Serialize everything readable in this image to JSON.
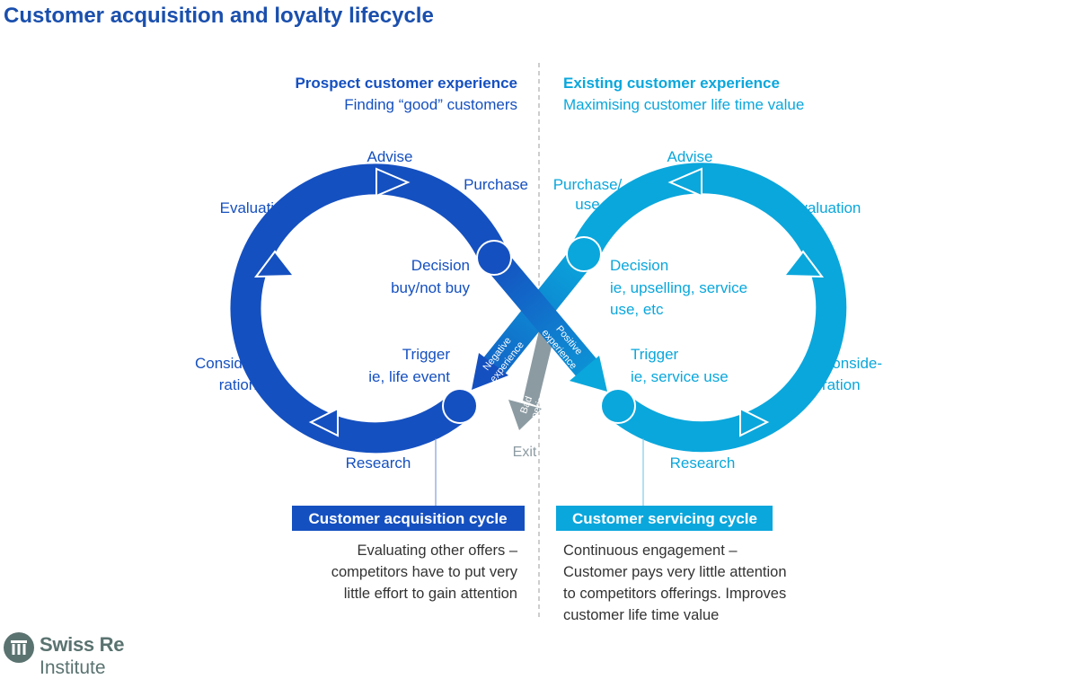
{
  "title": "Customer acquisition and loyalty lifecycle",
  "prospect": {
    "heading": "Prospect customer experience",
    "subheading": "Finding “good” customers",
    "labels": {
      "advise": "Advise",
      "purchase": "Purchase",
      "evaluation": "Evaluation",
      "decision_1": "Decision",
      "decision_2": "buy/not buy",
      "trigger_1": "Trigger",
      "trigger_2": "ie, life event",
      "consideration_1": "Conside-",
      "consideration_2": "ration",
      "research": "Research"
    },
    "cycle_label": "Customer acquisition cycle",
    "description": [
      "Evaluating other offers –",
      "competitors have to put very",
      "little effort to gain attention"
    ]
  },
  "existing": {
    "heading": "Existing customer experience",
    "subheading": "Maximising customer life time value",
    "labels": {
      "advise": "Advise",
      "purchase_1": "Purchase/",
      "purchase_2": "use",
      "evaluation": "Evaluation",
      "decision_1": "Decision",
      "decision_2": "ie, upselling, service",
      "decision_3": "use, etc",
      "trigger_1": "Trigger",
      "trigger_2": "ie, service use",
      "consideration_1": "Conside-",
      "consideration_2": "ration",
      "research": "Research"
    },
    "cycle_label": "Customer servicing cycle",
    "description": [
      "Continuous engagement –",
      "Customer pays very little attention",
      "to competitors offerings. Improves",
      "customer life time value"
    ]
  },
  "connectors": {
    "negative_1": "Negative",
    "negative_2": "experience",
    "positive_1": "Positive",
    "positive_2": "experience",
    "bad_1": "Bad",
    "bad_2": "experience",
    "exit": "Exit"
  },
  "logo": {
    "name": "Swiss Re",
    "sub": "Institute"
  },
  "colors": {
    "dark_blue": "#1550c0",
    "light_blue": "#0aa7dc",
    "title_blue": "#1a4fad",
    "grey_arrow": "#8c9ba2",
    "divider": "#b8b8b8"
  }
}
